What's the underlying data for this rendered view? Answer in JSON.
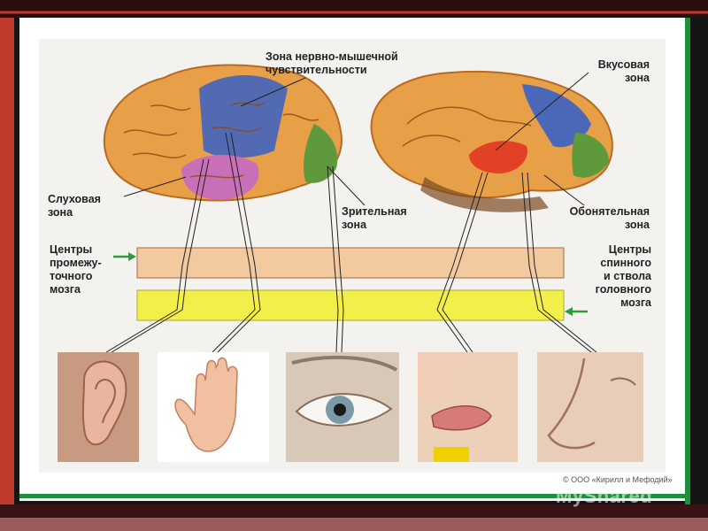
{
  "colors": {
    "frame_dark": "#151515",
    "frame_red": "#c0392b",
    "frame_green": "#1e8f3a",
    "panel_bg": "#f3f2ee",
    "brain_orange": "#e8a048",
    "zone_blue": "#4a67b8",
    "zone_pink": "#c86fb8",
    "zone_green": "#5e9a3c",
    "zone_red": "#e03020",
    "bar_diencephalon": "#f3c9a0",
    "bar_spinal": "#f3ef4a",
    "arrow_green": "#2a9d3a"
  },
  "labels": {
    "neuromuscular_zone": "Зона нервно-мышечной\nчувствительности",
    "taste_zone": "Вкусовая\nзона",
    "auditory_zone": "Слуховая\nзона",
    "visual_zone": "Зрительная\nзона",
    "olfactory_zone": "Обонятельная\nзона",
    "diencephalon_centers": "Центры\nпромежу-\nточного\nмозга",
    "spinal_brainstem_centers": "Центры\nспинного\nи ствола\nголовного\nмозга"
  },
  "sense_images": [
    {
      "icon": "ear-icon"
    },
    {
      "icon": "hand-icon"
    },
    {
      "icon": "eye-icon"
    },
    {
      "icon": "tongue-icon"
    },
    {
      "icon": "nose-icon"
    }
  ],
  "credit": "© ООО «Кирилл и Мефодий»",
  "watermark": "MyShared"
}
